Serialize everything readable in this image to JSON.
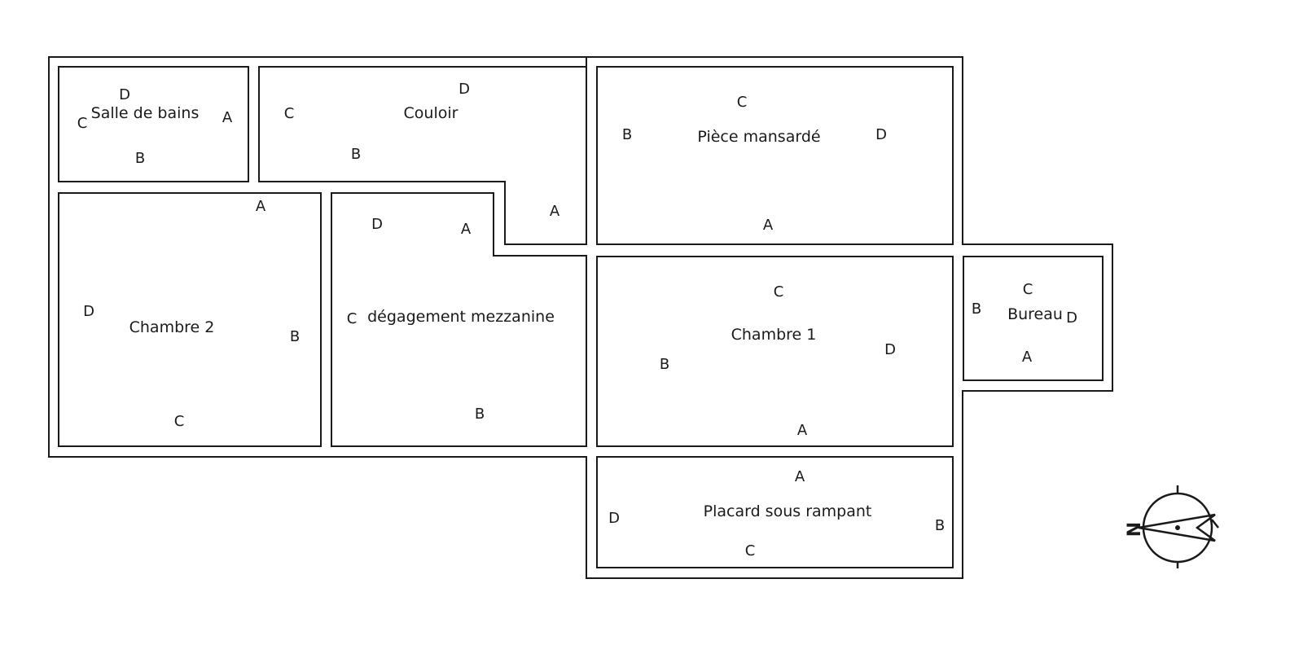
{
  "rooms": [
    {
      "id": "salle-de-bains",
      "name": "Salle de bains",
      "walls": {
        "A": "A",
        "B": "B",
        "C": "C",
        "D": "D"
      }
    },
    {
      "id": "couloir",
      "name": "Couloir",
      "walls": {
        "A": "A",
        "B": "B",
        "C": "C",
        "D": "D"
      }
    },
    {
      "id": "piece-mansarde",
      "name": "Pièce mansardé",
      "walls": {
        "A": "A",
        "B": "B",
        "C": "C",
        "D": "D"
      }
    },
    {
      "id": "chambre-2",
      "name": "Chambre 2",
      "walls": {
        "A": "A",
        "B": "B",
        "C": "C",
        "D": "D"
      }
    },
    {
      "id": "degagement-mezzanine",
      "name": "dégagement mezzanine",
      "walls": {
        "A": "A",
        "B": "B",
        "C": "C",
        "D": "D"
      }
    },
    {
      "id": "chambre-1",
      "name": "Chambre 1",
      "walls": {
        "A": "A",
        "B": "B",
        "C": "C",
        "D": "D"
      }
    },
    {
      "id": "bureau",
      "name": "Bureau",
      "walls": {
        "A": "A",
        "B": "B",
        "C": "C",
        "D": "D"
      }
    },
    {
      "id": "placard-sous-rampant",
      "name": "Placard sous rampant",
      "walls": {
        "A": "A",
        "B": "B",
        "C": "C",
        "D": "D"
      }
    }
  ],
  "compass": {
    "north_letter": "N"
  }
}
